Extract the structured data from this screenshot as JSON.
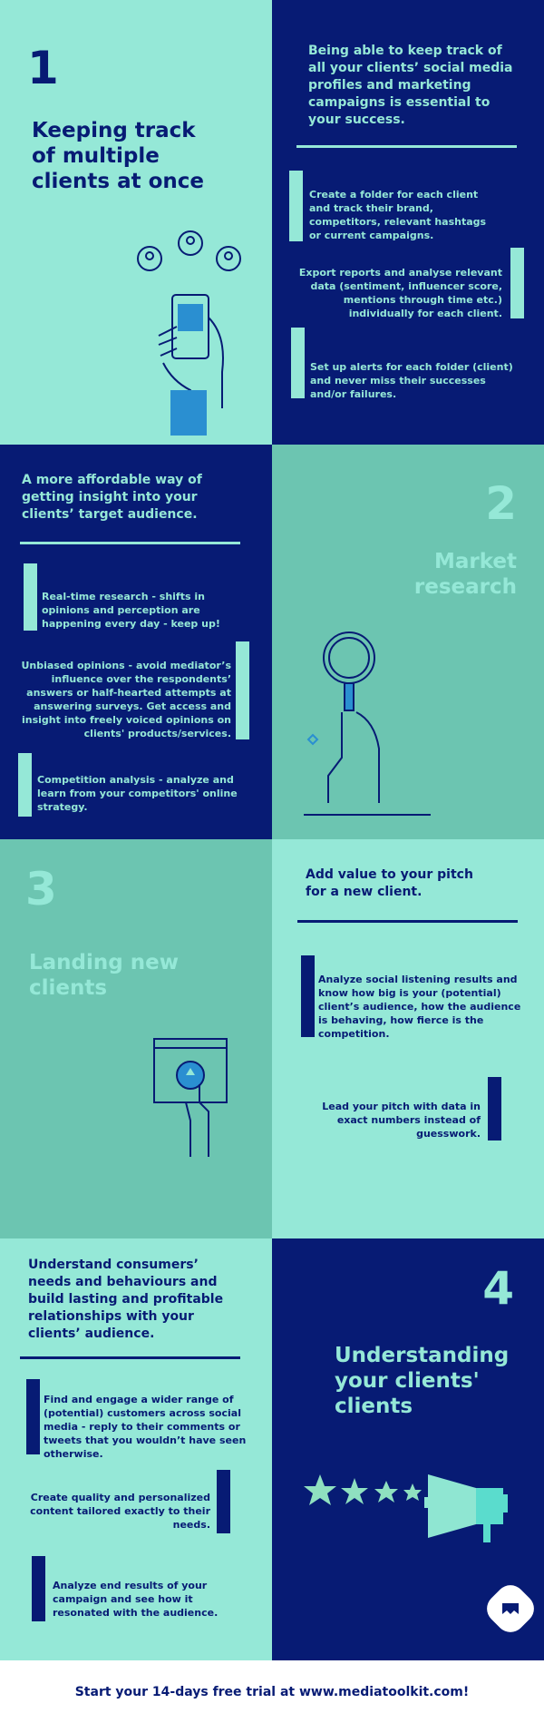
{
  "sections": [
    {
      "number": "1",
      "title": "Keeping track of multiple clients at once",
      "intro": "Being able to keep track of all your clients’ social media profiles and marketing campaigns is essential to your success.",
      "bullets": [
        "Create a folder for each client and track their brand, competitors, relevant hashtags or current campaigns.",
        "Export reports and analyse relevant data (sentiment, influencer score, mentions through time etc.) individually for each client.",
        "Set up alerts for each folder (client) and never miss their successes and/or failures."
      ]
    },
    {
      "number": "2",
      "title": "Market research",
      "intro": "A more affordable way of getting insight into your clients’ target audience.",
      "bullets": [
        "Real-time research - shifts in opinions and perception are happening every day - keep up!",
        "Unbiased opinions - avoid mediator’s influence over the respondents’ answers or half-hearted attempts at answering surveys. Get access and insight into freely voiced opinions on clients' products/services.",
        "Competition analysis - analyze and learn from your competitors' online strategy."
      ]
    },
    {
      "number": "3",
      "title": "Landing new clients",
      "intro": "Add value to your pitch for a new client.",
      "bullets": [
        "Analyze social listening results and know how big is your (potential) client’s audience, how the audience is behaving, how fierce is the competition.",
        "Lead your pitch with data in exact numbers instead of guesswork."
      ]
    },
    {
      "number": "4",
      "title": "Understanding your clients' clients",
      "intro": "Understand consumers’ needs and behaviours and build lasting and profitable relationships with your clients’ audience.",
      "bullets": [
        "Find and engage a wider range of (potential) customers across social media - reply to their comments or tweets that you wouldn’t have seen otherwise.",
        "Create quality and personalized content tailored exactly to their needs.",
        "Analyze end results of your campaign and see how it resonated with the audience."
      ]
    }
  ],
  "footer": {
    "cta": "Start your 14-days free trial at www.mediatoolkit.com!"
  },
  "colors": {
    "navy": "#071b74",
    "mint": "#95e8d7",
    "teal": "#6cc5b1"
  }
}
